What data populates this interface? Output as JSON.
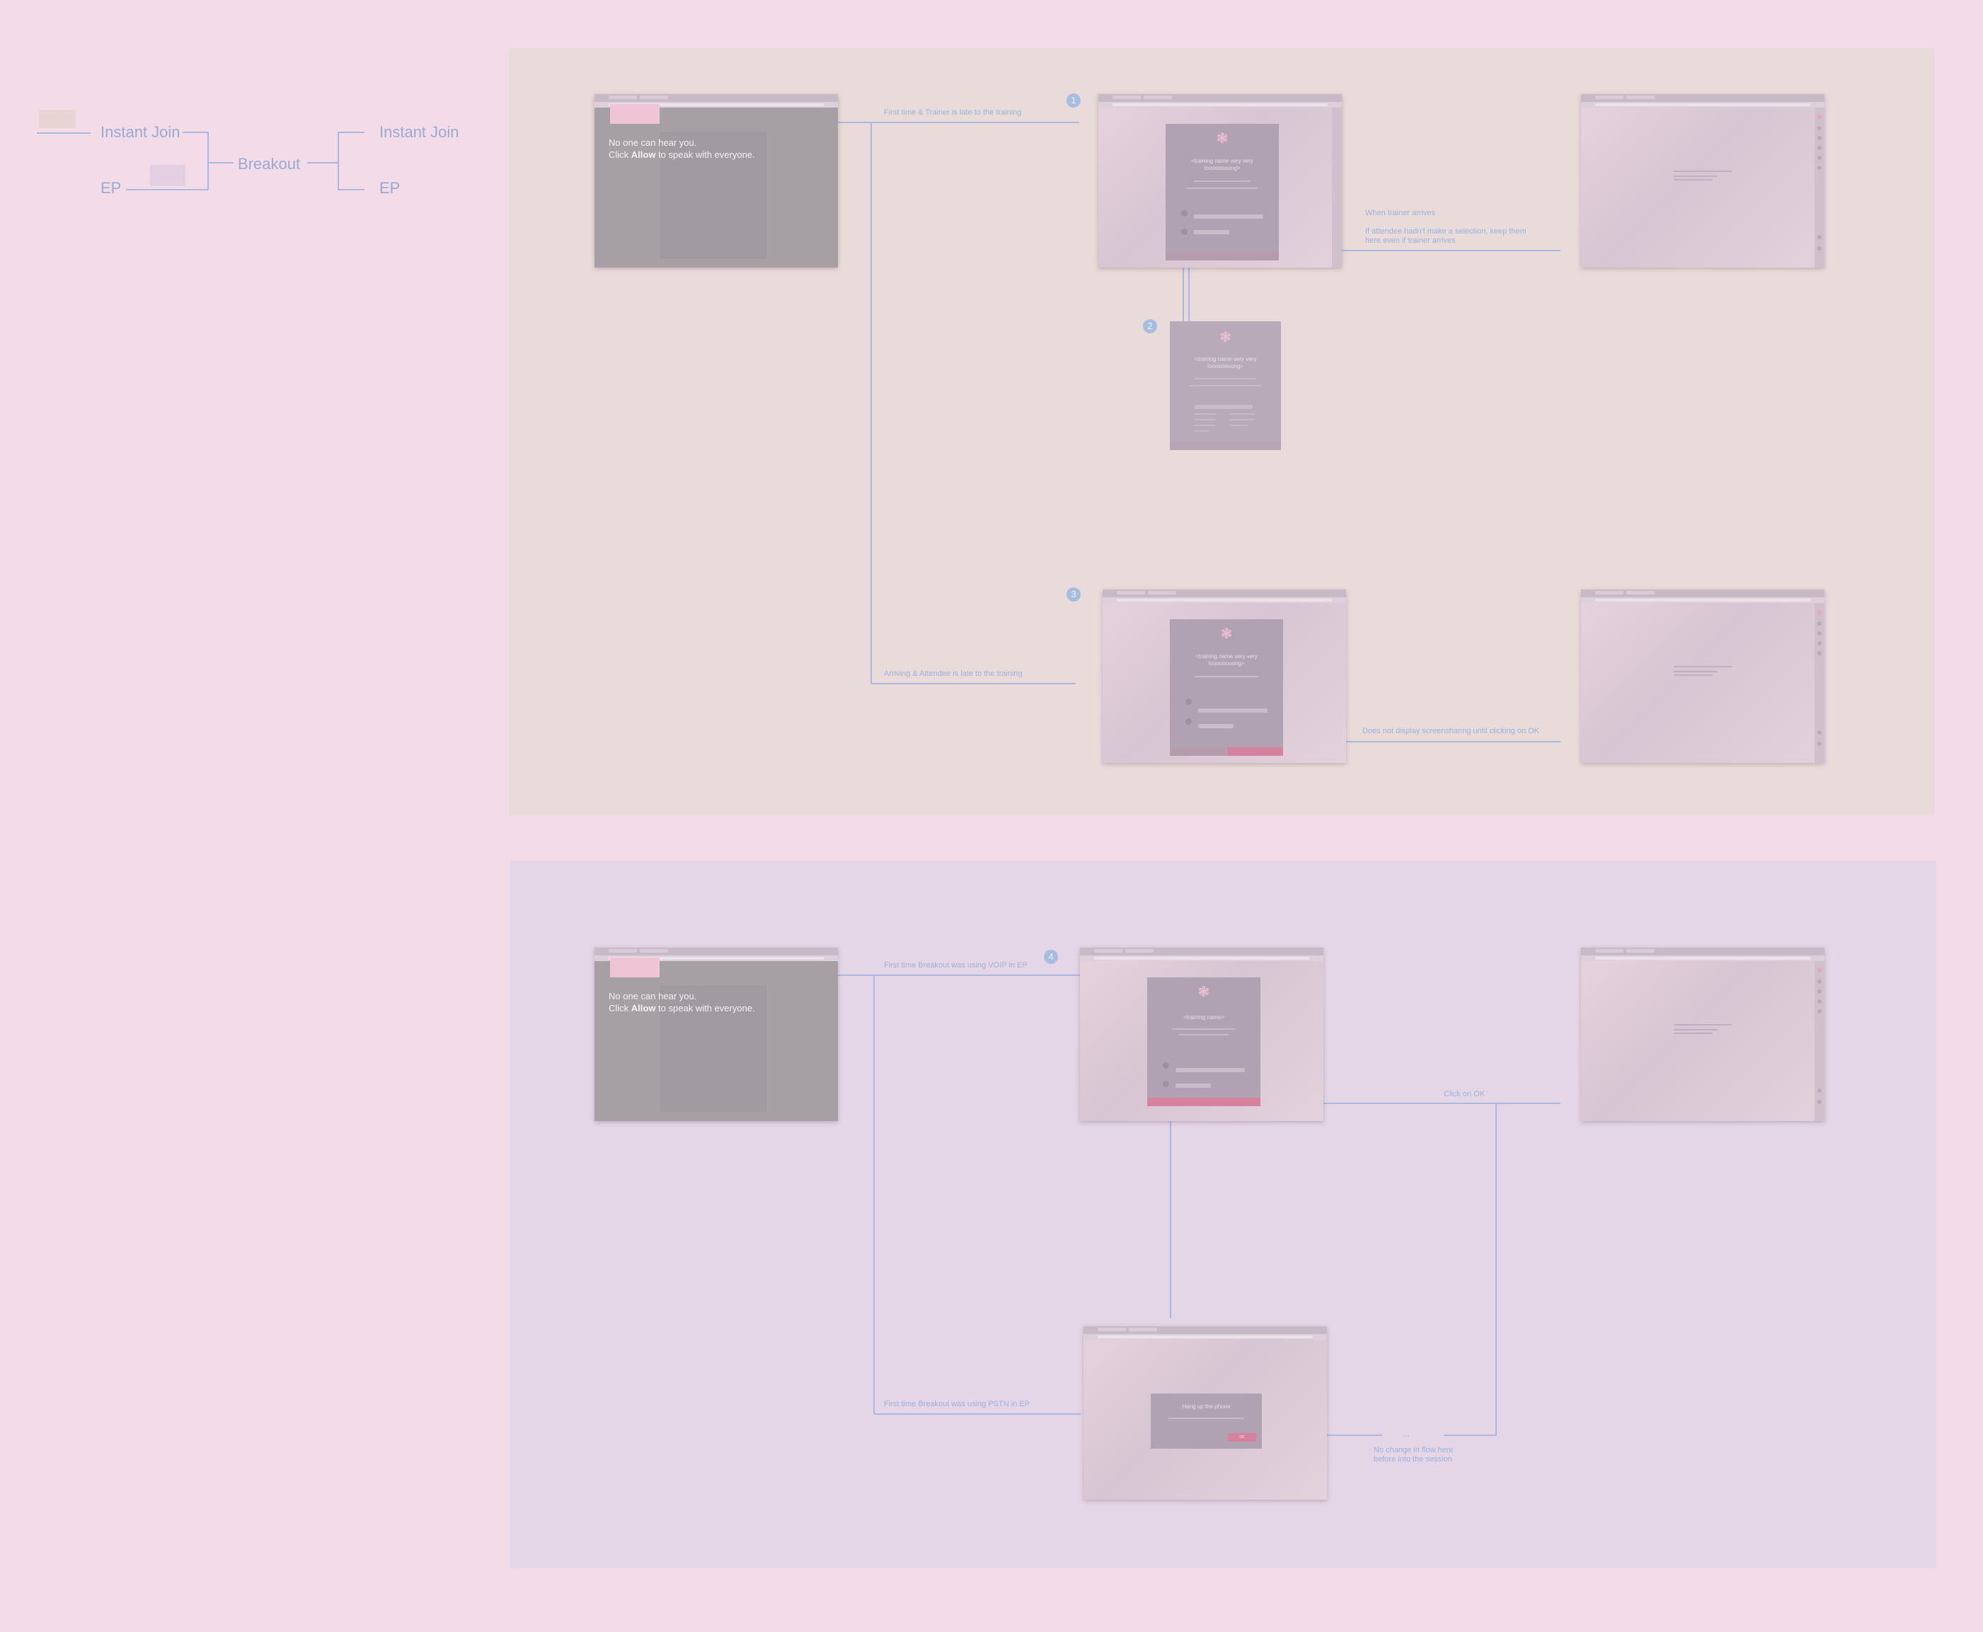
{
  "legend": {
    "instant_join_left": "Instant Join",
    "ep_left": "EP",
    "breakout": "Breakout",
    "instant_join_right": "Instant Join",
    "ep_right": "EP"
  },
  "badges": [
    "1",
    "2",
    "3",
    "4"
  ],
  "overlay": {
    "line1": "No one can hear you.",
    "line2_prefix": "Click ",
    "line2_bold": "Allow",
    "line2_suffix": " to speak with everyone."
  },
  "labels": {
    "first_time_trainer": "First time & Trainer is late to the training",
    "when_trainer_arrives": "When trainer arrives",
    "no_selection_line1": "If attendee hadn't make a selection, keep them",
    "no_selection_line2": "here even if trainer arrives",
    "arriving_late": "Arriving & Attendee is late to the training",
    "no_screenshare": "Does not display screensharing until clicking on OK",
    "first_time_voip": "First time Breakout was using VOIP in EP",
    "click_ok": "Click on OK",
    "first_time_pstn": "First time Breakout was using PSTN in EP",
    "ellipsis": "...",
    "no_change_line1": "No change in flow here",
    "no_change_line2": "before into the session"
  },
  "modals": {
    "training_long": "<training name very very loooooooong>",
    "training_short": "<training name>",
    "hang_up": "Hang up the phone",
    "ok": "OK"
  },
  "colors": {
    "background": "#f3dce8",
    "top_panel": "#e9dbda",
    "bottom_panel": "#e4d6e6",
    "connector": "#a9b8e0",
    "accent_pink": "#e07fa3"
  }
}
